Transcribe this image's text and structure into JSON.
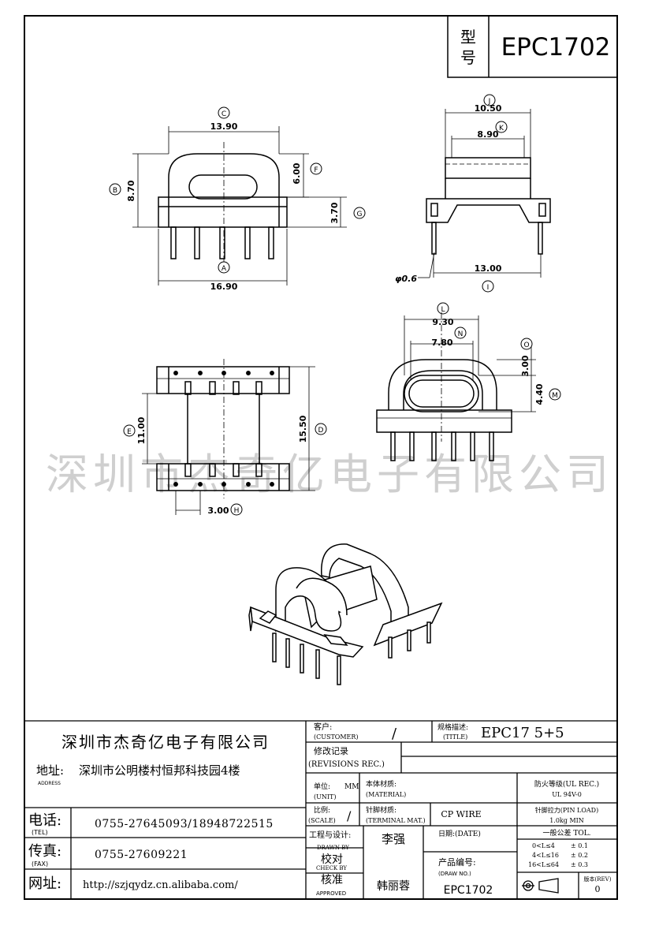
{
  "model_box": {
    "label_line1": "型",
    "label_line2": "号",
    "value": "EPC1702"
  },
  "dims": {
    "C": "C",
    "C_val": "13.90",
    "B": "B",
    "B_val": "8.70",
    "F": "F",
    "F_val": "6.00",
    "G": "G",
    "G_val": "3.70",
    "A": "A",
    "A_val": "16.90",
    "J": "J",
    "J_val": "10.50",
    "K": "K",
    "K_val": "8.90",
    "pin_dia": "φ0.6",
    "I": "I",
    "I_val": "13.00",
    "L": "L",
    "L_val": "9.30",
    "N": "N",
    "N_val": "7.80",
    "O": "O",
    "O_val": "3.00",
    "M": "M",
    "M_val": "4.40",
    "E": "E",
    "E_val": "11.00",
    "D": "D",
    "D_val": "15.50",
    "H": "H",
    "H_val": "3.00"
  },
  "watermark": "深圳市杰奇亿电子有限公司",
  "title_block": {
    "company": "深圳市杰奇亿电子有限公司",
    "address_label": "地址:",
    "address_sub": "ADDRESS",
    "address": "深圳市公明楼村恒邦科技园4楼",
    "tel_label": "电话:",
    "tel_sub": "(TEL)",
    "tel": "0755-27645093/18948722515",
    "fax_label": "传真:",
    "fax_sub": "(FAX)",
    "fax": "0755-27609221",
    "web_label": "网址:",
    "web": "http://szjqydz.cn.alibaba.com/",
    "customer_label": "客户:",
    "customer_sub": "(CUSTOMER)",
    "customer_value": "/",
    "title_label": "规格描述:",
    "title_sub": "(TITLE)",
    "title_value": "EPC17  5+5",
    "revisions_label": "修改记录",
    "revisions_sub": "(REVISIONS REC.)",
    "unit_label": "单位:",
    "unit_value": "MM",
    "unit_sub": "(UNIT)",
    "material_label": "本体材质:",
    "material_sub": "(MATERIAL)",
    "ul_label": "防火等级(UL REC.)",
    "ul_value": "UL 94V-0",
    "scale_label": "比例:",
    "scale_value": "/",
    "scale_sub": "(SCALE)",
    "terminal_label": "针脚材质:",
    "terminal_sub": "(TERMINAL MAT.)",
    "terminal_value": "CP WIRE",
    "pinload_label": "针脚拉力(PIN LOAD)",
    "pinload_value": "1.0kg MIN",
    "design_label": "工程与设计:",
    "design_sub": "DRAWN BY",
    "design_value": "李强",
    "date_label": "日期:(DATE)",
    "tol_label": "一般公差 TOL.",
    "tol_rows": [
      {
        "range": "0<L≤4",
        "value": "± 0.1"
      },
      {
        "range": "4<L≤16",
        "value": "± 0.2"
      },
      {
        "range": "16<L≤64",
        "value": "± 0.3"
      }
    ],
    "check_label": "校对",
    "check_sub": "CHECK BY",
    "drawno_label": "产品编号:",
    "drawno_sub": "(DRAW NO.)",
    "drawno_value": "EPC1702",
    "approved_label": "核准",
    "approved_sub": "APPROVED",
    "approved_value": "韩丽蓉",
    "rev_label": "版本(REV)",
    "rev_value": "0"
  }
}
